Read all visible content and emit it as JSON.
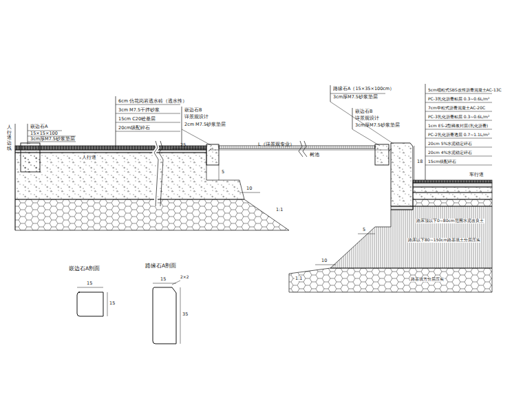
{
  "diagram": {
    "labels": [
      "人行道边线",
      "嵌边石A",
      "15×15×100",
      "3cm厚M7.5砂浆垫层",
      "6cm 仿花岗岩透水砖（透水性）",
      "3cm M7.5干拌砂浆",
      "15cm C20砼基层",
      "20cm级配碎石",
      "嵌边石B",
      "详景观设计",
      "2cm M7.5砂浆垫层",
      "路缘石A（15×35×100cm）",
      "3cm厚M7.5砂浆垫层",
      "嵌边石B",
      "详景观设计",
      "3cm厚M7.5砂浆垫层",
      "人行道",
      "25",
      "L（详景观专业）",
      "树池",
      "5",
      "10",
      "1:1",
      "18",
      "车行道",
      "5cm细粒式SBS改性沥青混凝土AC-13C",
      "PC-3乳化沥青粘层 0.3~0.6L/m²",
      "7cm中粒式沥青混凝土AC-20C",
      "PC-3乳化沥青粘层 0.3~0.6L/m²",
      "1cm ES-2型稀浆封层(乳化沥青)",
      "PC-2乳化沥青透层 0.7~1.1L/m²",
      "20cm 5%水泥稳定碎石",
      "20cm 4%水泥稳定碎石",
      "15cm级配碎石",
      "路床顶以下0~80cm范围水泥改良土",
      "路床以下80~150cm路基填土分层压实",
      "路基填方分层压实",
      "5",
      "10",
      "1:1",
      "嵌边石A剖面",
      "15",
      "15",
      "路缘石A剖面",
      "15",
      "2×2",
      "35"
    ]
  }
}
